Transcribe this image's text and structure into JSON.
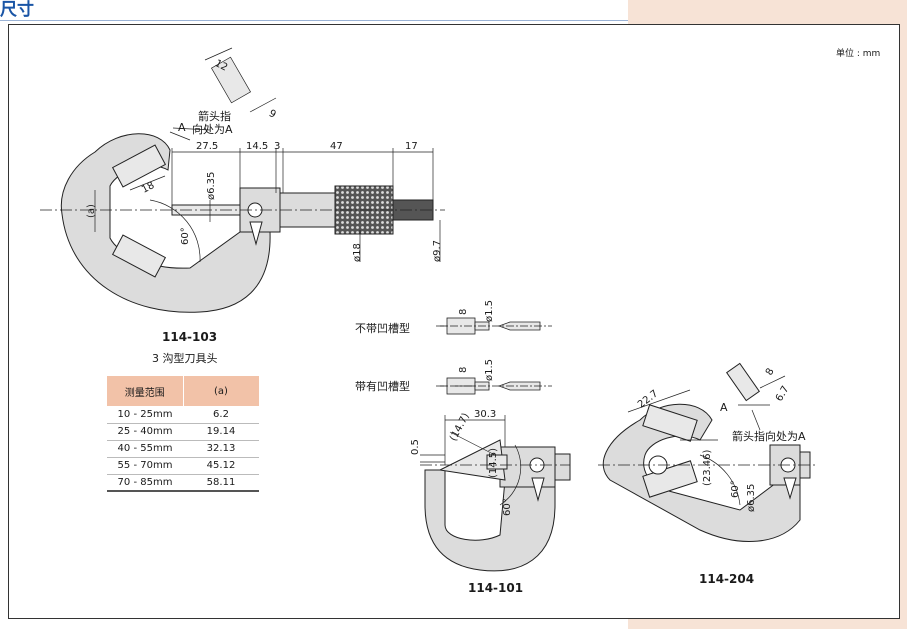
{
  "heading": "尺寸",
  "unit_note": "单位 : mm",
  "models": {
    "m103": "114-103",
    "m103_sub": "3 沟型刀具头",
    "m101": "114-101",
    "m204": "114-204"
  },
  "labels": {
    "arrow_a_top_1": "箭头指",
    "arrow_a_top_2": "向处为A",
    "arrow_a_letter": "A",
    "no_groove": "不带凹槽型",
    "with_groove": "带有凹槽型",
    "arrow_a_right": "箭头指向处为A",
    "a_symbol": "(a)"
  },
  "dims_103": {
    "d12": "12",
    "d9": "9",
    "d27_5": "27.5",
    "d14_5": "14.5",
    "d3": "3",
    "d47": "47",
    "d17": "17",
    "d18": "18",
    "d6_35": "ø6.35",
    "d60": "60°",
    "dia18": "ø18",
    "dia9_7": "ø9.7"
  },
  "dims_groove": {
    "d8a": "8",
    "d1_5a": "ø1.5",
    "d8b": "8",
    "d1_5b": "ø1.5"
  },
  "dims_101": {
    "d30_3": "30.3",
    "d14_7": "(14.7)",
    "d14_5": "(14.5)",
    "d0_5": "0.5",
    "d60": "60°"
  },
  "dims_204": {
    "d22_7": "22.7",
    "d23_46": "(23.46)",
    "d60": "60°",
    "d6_35": "ø6.35",
    "d8": "8",
    "d6_7": "6.7",
    "dA": "A"
  },
  "table": {
    "headers": [
      "测量范围",
      "(a)"
    ],
    "rows": [
      [
        "10 - 25mm",
        "6.2"
      ],
      [
        "25 - 40mm",
        "19.14"
      ],
      [
        "40 - 55mm",
        "32.13"
      ],
      [
        "55 - 70mm",
        "45.12"
      ],
      [
        "70 - 85mm",
        "58.11"
      ]
    ]
  }
}
